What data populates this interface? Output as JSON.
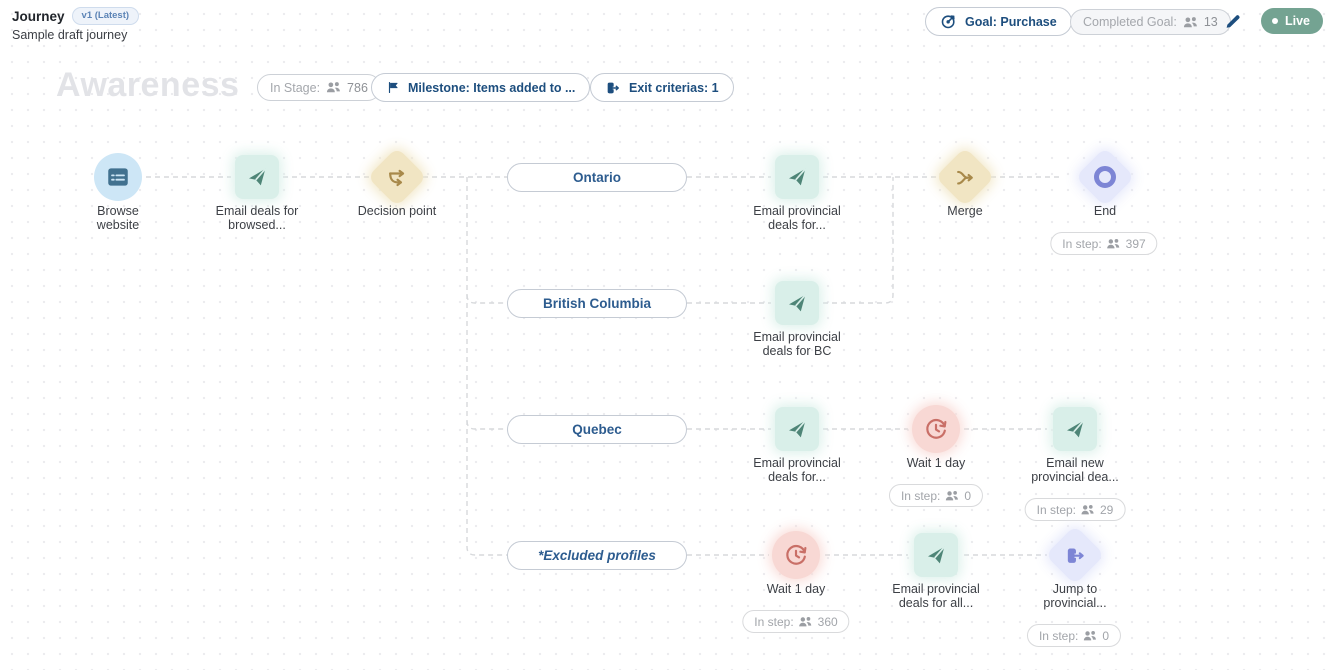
{
  "header": {
    "title": "Journey",
    "version": "v1 (Latest)",
    "subtitle": "Sample draft journey",
    "goal": "Goal: Purchase",
    "completed_goal": "Completed Goal:",
    "completed_count": "13",
    "live": "Live"
  },
  "stage": {
    "name": "Awareness",
    "in_stage": "In Stage:",
    "in_stage_count": "786",
    "milestone": "Milestone: Items added to ...",
    "exit": "Exit criterias: 1"
  },
  "labels": {
    "in_step": "In step:"
  },
  "branches": {
    "ontario": "Ontario",
    "bc": "British Columbia",
    "quebec": "Quebec",
    "excluded": "*Excluded profiles"
  },
  "nodes": {
    "browse": {
      "l1": "Browse",
      "l2": "website"
    },
    "email_browsed": {
      "l1": "Email deals for",
      "l2": "browsed..."
    },
    "decision": {
      "l1": "Decision point"
    },
    "email_on": {
      "l1": "Email provincial",
      "l2": "deals for..."
    },
    "merge": {
      "l1": "Merge"
    },
    "end": {
      "l1": "End",
      "count": "397"
    },
    "email_bc": {
      "l1": "Email provincial",
      "l2": "deals for BC"
    },
    "email_qc": {
      "l1": "Email provincial",
      "l2": "deals for..."
    },
    "wait_qc": {
      "l1": "Wait 1 day",
      "count": "0"
    },
    "email_new": {
      "l1": "Email new",
      "l2": "provincial dea...",
      "count": "29"
    },
    "wait_ex": {
      "l1": "Wait 1 day",
      "count": "360"
    },
    "email_all": {
      "l1": "Email provincial",
      "l2": "deals for all..."
    },
    "jump": {
      "l1": "Jump to",
      "l2": "provincial...",
      "count": "0"
    }
  },
  "colors": {
    "accent_navy": "#1d4e7e",
    "live_green": "#74a392",
    "email_bg": "#d9efe9",
    "email_icon": "#4e8577",
    "decision_bg": "#f1e5c3",
    "decision_icon": "#a8894a",
    "browse_bg": "#cde6f6",
    "browse_icon": "#41718f",
    "wait_bg": "#f8d8d4",
    "wait_icon": "#c96f67",
    "end_bg": "#e5e8fb",
    "end_icon": "#7d85d5",
    "branch_text": "#2d5c8f",
    "muted_text": "#a2a5aa"
  }
}
